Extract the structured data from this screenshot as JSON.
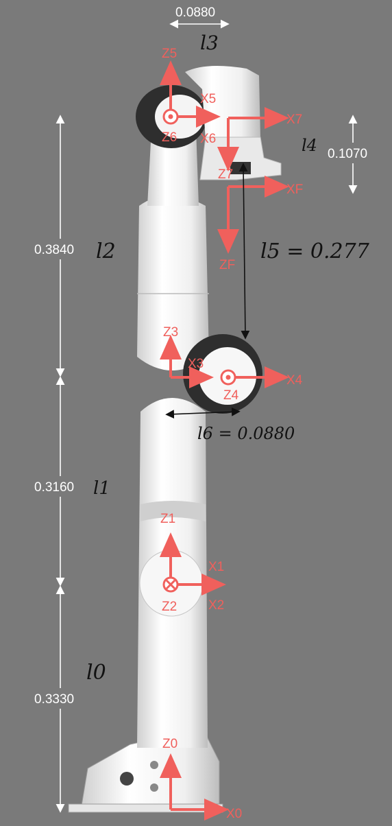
{
  "dimensions": {
    "d_top": "0.0880",
    "d_right": "0.1070",
    "d_upper": "0.3840",
    "d_mid": "0.3160",
    "d_base": "0.3330"
  },
  "handwritten": {
    "l0": "l0",
    "l1": "l1",
    "l2": "l2",
    "l3": "l3",
    "l4": "l4",
    "l5": "l5 = 0.277",
    "l6": "l6 = 0.0880"
  },
  "frames": {
    "z0": "Z0",
    "x0": "X0",
    "z1": "Z1",
    "x1": "X1",
    "z2": "Z2",
    "x2": "X2",
    "z3": "Z3",
    "x3": "X3",
    "z4": "Z4",
    "x4": "X4",
    "z5": "Z5",
    "x5": "X5",
    "z6": "Z6",
    "x6": "X6",
    "z7": "Z7",
    "x7": "X7",
    "zf": "ZF",
    "xf": "XF"
  },
  "colors": {
    "background": "#7a7a7a",
    "frame_red": "#f0605c",
    "dimension_white": "#ffffff",
    "robot_body": "#f2f2f2",
    "joint_dark": "#2e2e2e"
  }
}
